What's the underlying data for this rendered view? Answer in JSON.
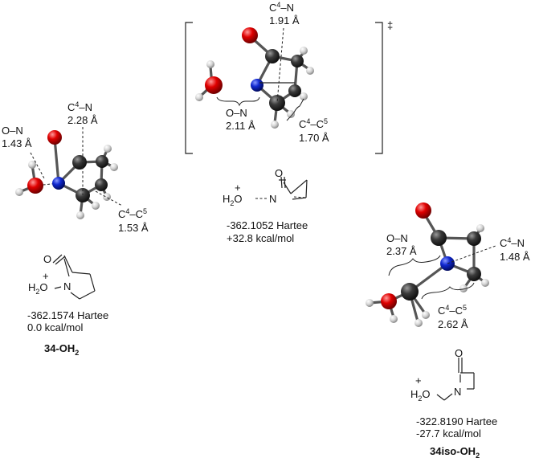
{
  "colors": {
    "carbon": "#2b2b2b",
    "oxygen": "#d40000",
    "nitrogen": "#1020c8",
    "hydrogen": "#d8d8d8"
  },
  "ts_mark": "‡",
  "left": {
    "on_label": "O–N",
    "on_value": "1.43 Å",
    "c4n_label_main": "C",
    "c4n_label_sup": "4",
    "c4n_label_tail": "–N",
    "c4n_value": "2.28 Å",
    "c4c5_label_c": "C",
    "c4c5_sup1": "4",
    "c4c5_dash": "–C",
    "c4c5_sup2": "5",
    "c4c5_value": "1.53 Å",
    "struct_O": "O",
    "struct_N": "N",
    "struct_plus": "+",
    "struct_H2O": "H",
    "struct_sub2": "2",
    "struct_Otail": "O",
    "energy_hartree": "-362.1574 Hartee",
    "energy_kcal": "0.0 kcal/mol",
    "name_main": "34-OH",
    "name_sub": "2"
  },
  "middle": {
    "c4n_label_c": "C",
    "c4n_sup": "4",
    "c4n_tail": "–N",
    "c4n_value": "1.91 Å",
    "on_label": "O–N",
    "on_value": "2.11 Å",
    "c4c5_label_c": "C",
    "c4c5_sup1": "4",
    "c4c5_dash": "–C",
    "c4c5_sup2": "5",
    "c4c5_value": "1.70 Å",
    "struct_O": "O",
    "struct_N": "N",
    "struct_plus": "+",
    "struct_H": "H",
    "struct_sub2": "2",
    "struct_Otail": "O",
    "energy_hartree": "-362.1052 Hartee",
    "energy_kcal": "+32.8 kcal/mol"
  },
  "right": {
    "on_label": "O–N",
    "on_value": "2.37 Å",
    "c4n_label_c": "C",
    "c4n_sup": "4",
    "c4n_tail": "–N",
    "c4n_value": "1.48 Å",
    "c4c5_label_c": "C",
    "c4c5_sup1": "4",
    "c4c5_dash": "–C",
    "c4c5_sup2": "5",
    "c4c5_value": "2.62 Å",
    "struct_O": "O",
    "struct_N": "N",
    "struct_plus": "+",
    "struct_H": "H",
    "struct_sub2": "2",
    "struct_Otail": "O",
    "energy_hartree": "-322.8190 Hartee",
    "energy_kcal": "-27.7 kcal/mol",
    "name_main": "34iso-OH",
    "name_sub": "2"
  }
}
